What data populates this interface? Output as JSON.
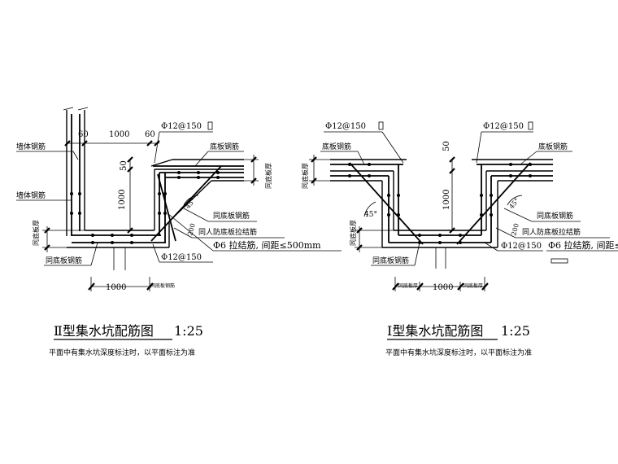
{
  "left_detail": {
    "title": "Ⅱ型集水坑配筋图",
    "scale": "1:25",
    "note": "平面中有集水坑深度标注时，以平面标注为准",
    "dims": {
      "top_offset_left": "60",
      "pit_width_top": "1000",
      "top_offset_right": "60",
      "depth_step": "50",
      "pit_depth": "1000",
      "bottom_width": "1000",
      "slab_thickness": "同底板厚",
      "bottom_right_label": "同底板钢筋"
    },
    "labels": {
      "wall_rebar_1": "墙体钢筋",
      "wall_rebar_2": "墙体钢筋",
      "top_rebar": "Φ12@150",
      "slab_rebar": "底板钢筋",
      "side_thickness": "同底板厚",
      "same_slab_rebar": "同底板钢筋",
      "civil_def_tie": "同人防底板拉结筋",
      "tie_rebar": "Φ6 拉结筋, 间距≤500mm",
      "bottom_rebar": "Φ12@150",
      "bottom_slab_rebar": "同底板钢筋",
      "left_thickness": "同底板厚",
      "angle": "45°",
      "cover": "200"
    }
  },
  "right_detail": {
    "title": "Ⅰ型集水坑配筋图",
    "scale": "1:25",
    "note": "平面中有集水坑深度标注时，以平面标注为准",
    "dims": {
      "depth_step": "50",
      "pit_depth": "1000",
      "bottom_width": "1000",
      "left_bottom": "同底板厚",
      "right_bottom": "同底板厚"
    },
    "labels": {
      "top_rebar_left": "Φ12@150",
      "top_rebar_right": "Φ12@150",
      "slab_rebar_left": "底板钢筋",
      "slab_rebar_right": "底板钢筋",
      "side_thickness": "同底板厚",
      "same_slab_rebar": "同底板钢筋",
      "civil_def_tie": "同人防底板拉结筋",
      "bottom_rebar": "Φ12@150",
      "tie_rebar": "Φ6 拉结筋, 间距≤",
      "bottom_slab_rebar": "同底板钢筋",
      "left_thickness": "同底板厚",
      "angle_left": "45°",
      "angle_right": "45°",
      "cover": "200"
    }
  }
}
